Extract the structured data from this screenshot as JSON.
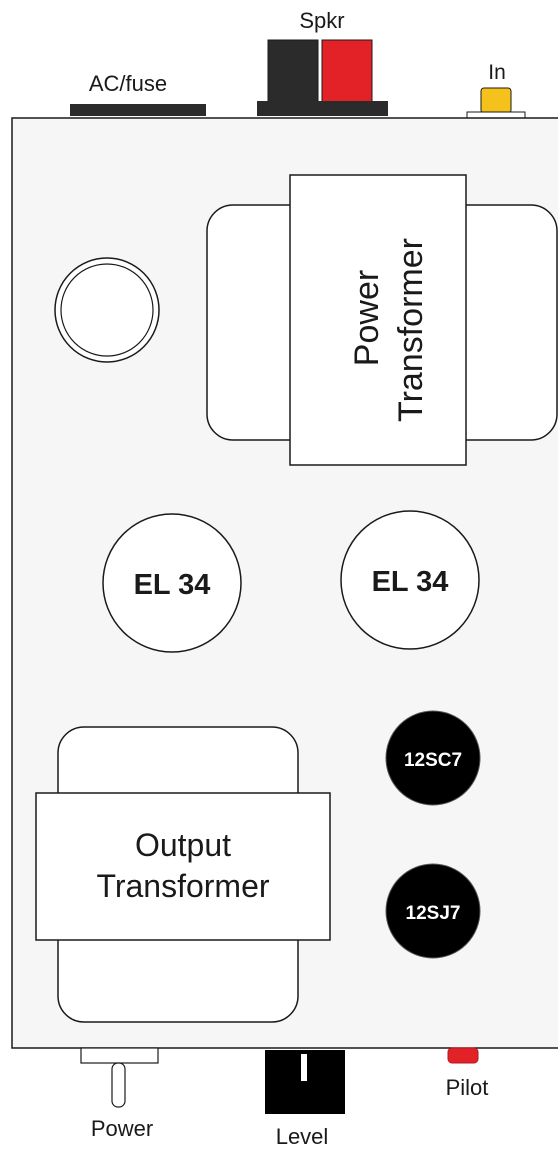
{
  "labels": {
    "ac_fuse": "AC/fuse",
    "speaker": "Spkr",
    "input": "In",
    "power_switch": "Power",
    "level": "Level",
    "pilot": "Pilot"
  },
  "power_transformer": {
    "line1": "Power",
    "line2": "Transformer"
  },
  "output_transformer": {
    "line1": "Output",
    "line2": "Transformer"
  },
  "tubes": {
    "power_left": "EL 34",
    "power_right": "EL 34",
    "preamp_top": "12SC7",
    "preamp_bottom": "12SJ7"
  },
  "colors": {
    "outline": "#1a1a1a",
    "chassis_fill": "#f6f6f6",
    "component_fill": "#ffffff",
    "speaker_red": "#e32228",
    "speaker_black": "#2b2b2b",
    "input_jack": "#f5c21b",
    "pilot_lamp": "#e32228",
    "tube_dark": "#000000"
  }
}
